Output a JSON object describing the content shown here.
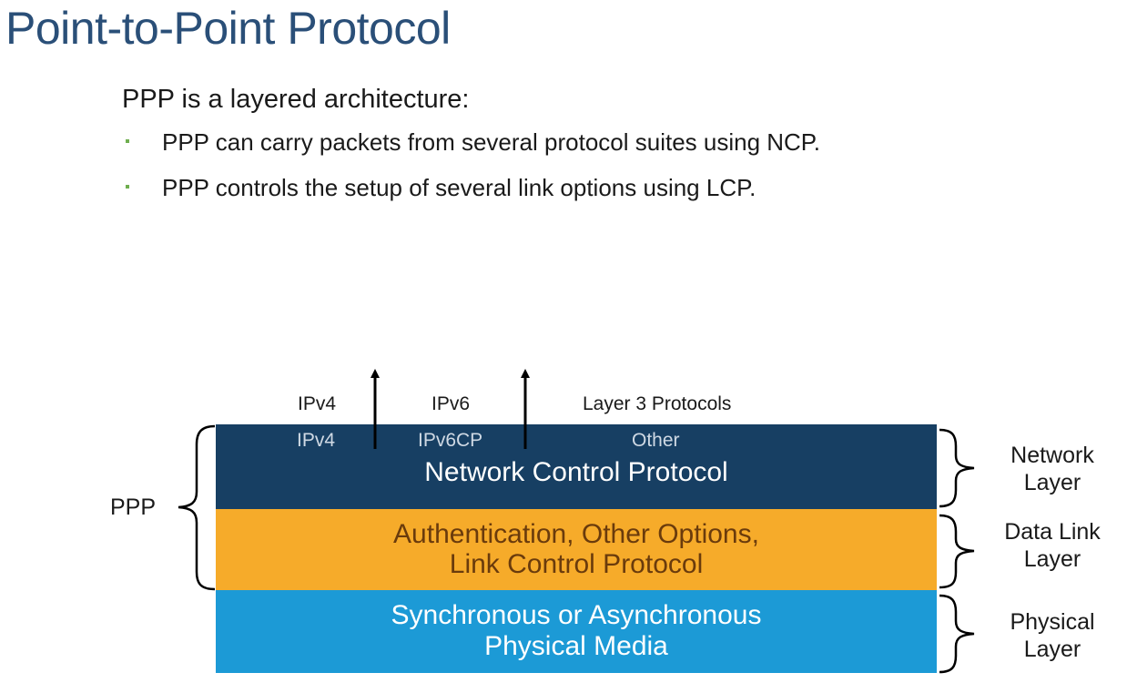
{
  "slide": {
    "title": "Point-to-Point Protocol",
    "intro": "PPP is a layered architecture:",
    "bullets": [
      "PPP can carry packets from several protocol suites using NCP.",
      "PPP controls the setup of several link options using LCP."
    ],
    "bullet_color": "#6fae4f",
    "title_color": "#2a4f78"
  },
  "diagram": {
    "above_labels": [
      "IPv4",
      "IPv6",
      "Layer 3 Protocols"
    ],
    "ncp": {
      "sub_labels": [
        "IPv4",
        "IPv6CP",
        "Other"
      ],
      "label": "Network Control Protocol",
      "color": "#173f63"
    },
    "lcp": {
      "line1": "Authentication, Other Options,",
      "line2": "Link Control Protocol",
      "color": "#f6ab2a"
    },
    "physical": {
      "line1": "Synchronous or Asynchronous",
      "line2": "Physical Media",
      "color": "#1c9ad6"
    },
    "ppp_label": "PPP",
    "osi_layers": [
      {
        "line1": "Network",
        "line2": "Layer"
      },
      {
        "line1": "Data Link",
        "line2": "Layer"
      },
      {
        "line1": "Physical",
        "line2": "Layer"
      }
    ]
  }
}
